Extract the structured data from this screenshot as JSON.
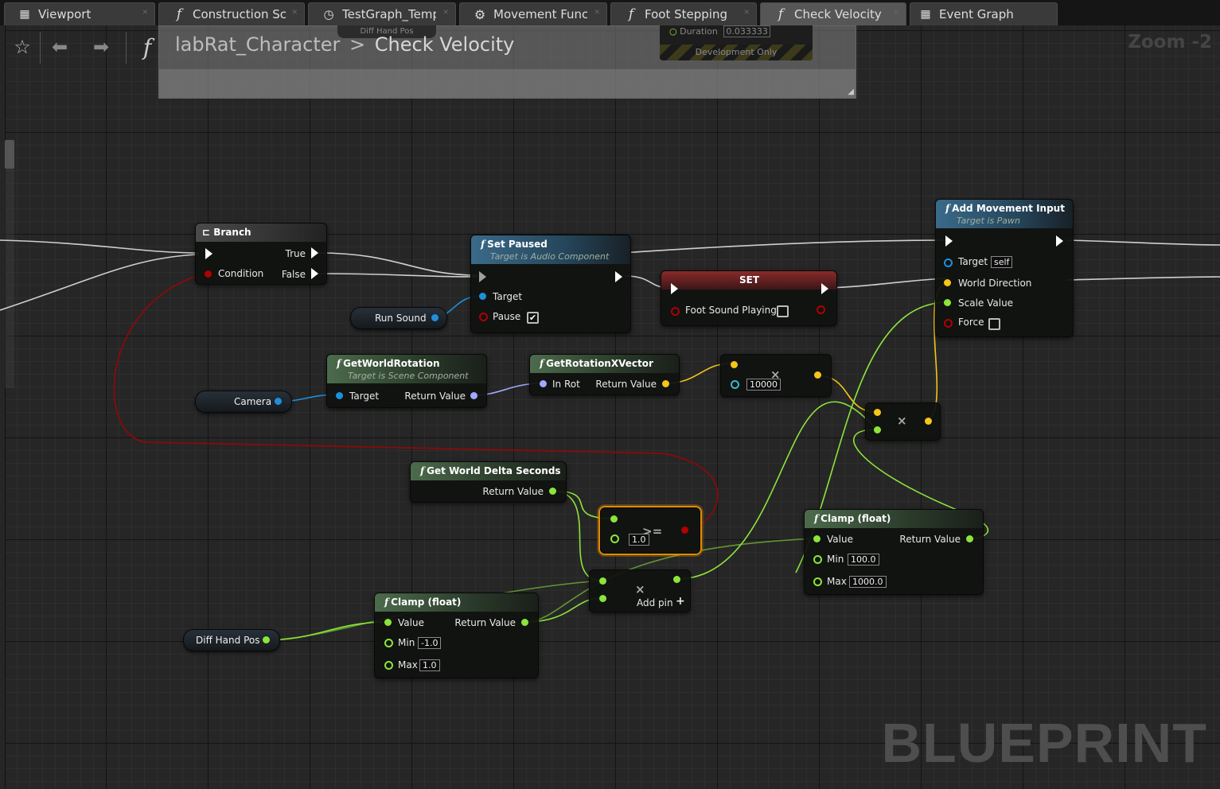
{
  "tabs": [
    {
      "label": "Viewport",
      "icon": "viewport-icon",
      "active": false
    },
    {
      "label": "Construction Script",
      "icon": "function-icon",
      "active": false
    },
    {
      "label": "TestGraph_Template",
      "icon": "timeline-icon",
      "active": false
    },
    {
      "label": "Movement Functions",
      "icon": "gear-icon",
      "active": false
    },
    {
      "label": "Foot Stepping",
      "icon": "function-icon",
      "active": false
    },
    {
      "label": "Check Velocity",
      "icon": "function-icon",
      "active": true
    },
    {
      "label": "Event Graph",
      "icon": "event-graph-icon",
      "active": false
    }
  ],
  "breadcrumb": {
    "root": "labRat_Character",
    "separator": ">",
    "current": "Check Velocity"
  },
  "zoom": "Zoom -2",
  "watermark": "BLUEPRINT",
  "comment_overlay": {
    "ghost_pin": "Diff Hand Pos",
    "dev_node": {
      "duration_label": "Duration",
      "duration_value": "0.033333",
      "footer": "Development Only"
    }
  },
  "nodes": {
    "branch": {
      "title": "Branch",
      "pin_true": "True",
      "pin_false": "False",
      "pin_condition": "Condition"
    },
    "set_paused": {
      "title": "Set Paused",
      "subtitle": "Target is Audio Component",
      "pin_target": "Target",
      "pin_pause": "Pause"
    },
    "set_var": {
      "title": "SET",
      "pin_foot_sound": "Foot Sound Playing"
    },
    "add_movement_input": {
      "title": "Add Movement Input",
      "subtitle": "Target is Pawn",
      "pin_target": "Target",
      "target_default": "self",
      "pin_world_direction": "World Direction",
      "pin_scale_value": "Scale Value",
      "pin_force": "Force"
    },
    "run_sound": {
      "label": "Run Sound"
    },
    "camera": {
      "label": "Camera"
    },
    "get_world_rotation": {
      "title": "GetWorldRotation",
      "subtitle": "Target is Scene Component",
      "pin_target": "Target",
      "pin_return": "Return Value"
    },
    "get_rotation_x_vector": {
      "title": "GetRotationXVector",
      "pin_in_rot": "In Rot",
      "pin_return": "Return Value"
    },
    "multiply_vector": {
      "operator": "×",
      "value": "10000"
    },
    "multiply_vector_float": {
      "operator": "×"
    },
    "get_world_delta_seconds": {
      "title": "Get World Delta Seconds",
      "pin_return": "Return Value"
    },
    "compare_float": {
      "operator": ">=",
      "value": "1.0"
    },
    "multiply_float": {
      "operator": "×",
      "add_pin": "Add pin",
      "add_pin_icon": "+"
    },
    "clamp_float_large": {
      "title": "Clamp (float)",
      "pin_value": "Value",
      "pin_return": "Return Value",
      "pin_min": "Min",
      "min_value": "100.0",
      "pin_max": "Max",
      "max_value": "1000.0"
    },
    "clamp_float_small": {
      "title": "Clamp (float)",
      "pin_value": "Value",
      "pin_return": "Return Value",
      "pin_min": "Min",
      "min_value": "-1.0",
      "pin_max": "Max",
      "max_value": "1.0"
    },
    "diff_hand_pos": {
      "label": "Diff Hand Pos"
    }
  },
  "colors": {
    "exec": "#ffffff",
    "bool": "#b00000",
    "object": "#1f8fdc",
    "float": "#8be53a",
    "vector": "#f5c518",
    "rotator": "#a0a8ff",
    "selection": "#e08a00"
  }
}
